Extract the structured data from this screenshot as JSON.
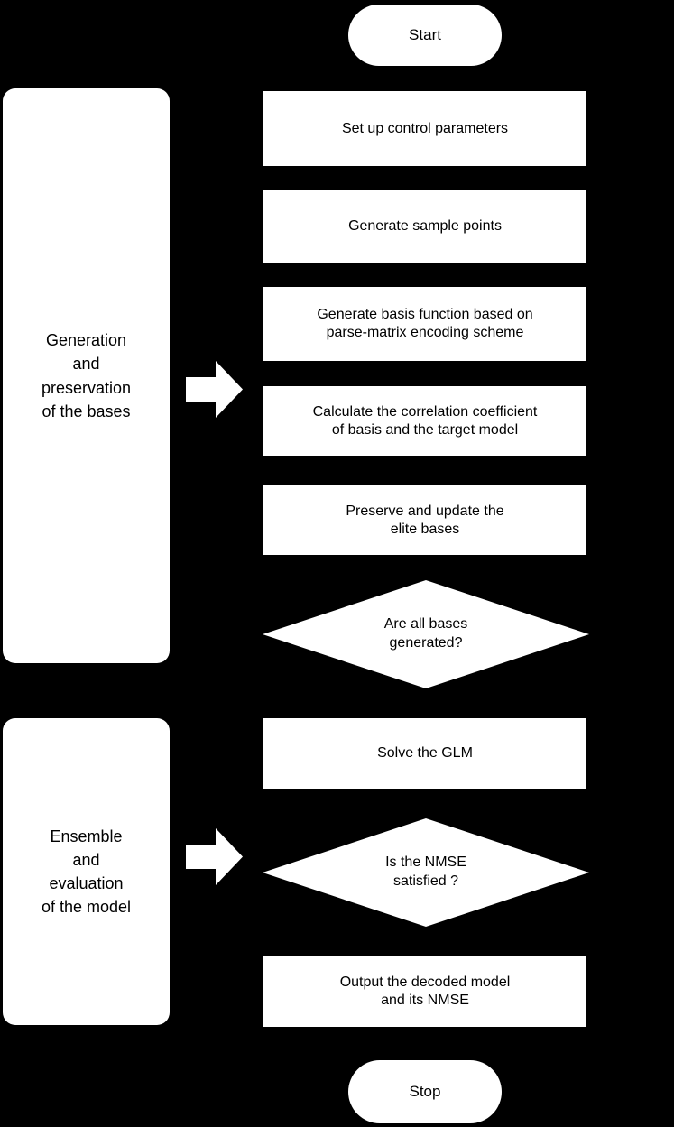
{
  "diagram": {
    "title_text_absent": true,
    "background_color": "#000000",
    "shape_fill_color": "#ffffff",
    "text_color": "#000000",
    "start_label": "Start",
    "stop_label": "Stop",
    "phases": [
      {
        "label": "Generation\nand\npreservation\nof the bases"
      },
      {
        "label": "Ensemble\nand\nevaluation\nof the model"
      }
    ],
    "steps": [
      {
        "label": "Set up control parameters",
        "type": "process"
      },
      {
        "label": "Generate sample points",
        "type": "process"
      },
      {
        "label": "Generate basis function based on\nparse-matrix encoding scheme",
        "type": "process"
      },
      {
        "label": "Calculate the correlation coefficient\nof basis and the target model",
        "type": "process"
      },
      {
        "label": "Preserve and update the\nelite bases",
        "type": "process"
      },
      {
        "label": "Are all bases\ngenerated?",
        "type": "decision"
      },
      {
        "label": "Solve the GLM",
        "type": "process"
      },
      {
        "label": "Is the NMSE\nsatisfied ?",
        "type": "decision"
      },
      {
        "label": "Output the decoded model\nand its NMSE",
        "type": "process"
      }
    ],
    "connectors": [
      {
        "name": "phase-arrow-upper",
        "icon": "right-block-arrow-icon"
      },
      {
        "name": "phase-arrow-lower",
        "icon": "right-block-arrow-icon"
      }
    ]
  }
}
